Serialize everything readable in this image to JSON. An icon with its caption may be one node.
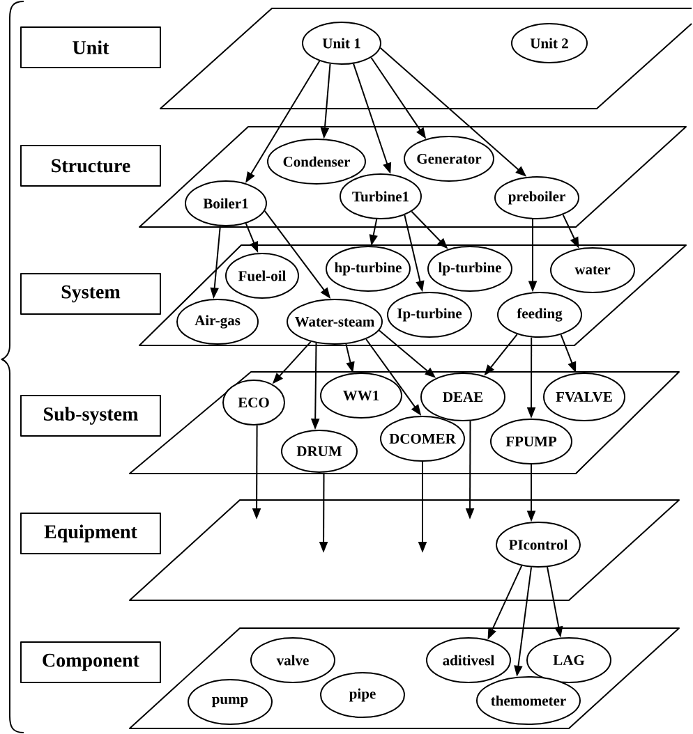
{
  "diagram": {
    "nodes": [
      {
        "text": [
          "Unit"
        ]
      },
      {
        "text": [],
        "shape": "parallelogram"
      },
      {
        "text": [
          "Unit 1"
        ],
        "in": 1
      },
      {
        "text": [
          "Unit 2"
        ],
        "in": 1
      },
      {
        "text": [
          "Structure"
        ]
      },
      {
        "text": [],
        "shape": "parallelogram"
      },
      {
        "text": [
          "Condenser"
        ],
        "in": 5
      },
      {
        "text": [
          "Generator"
        ],
        "in": 5
      },
      {
        "text": [
          "Boiler1"
        ],
        "in": 5
      },
      {
        "text": [
          "Turbine1"
        ],
        "in": 5
      },
      {
        "text": [
          "preboiler"
        ],
        "in": 5
      },
      {
        "text": [
          "System"
        ]
      },
      {
        "text": [],
        "shape": "parallelogram"
      },
      {
        "text": [
          "Fuel-oil"
        ],
        "in": 12
      },
      {
        "text": [
          "hp-turbine"
        ],
        "in": 12
      },
      {
        "text": [
          "lp-turbine"
        ],
        "in": 12
      },
      {
        "text": [
          "water"
        ],
        "in": 12
      },
      {
        "text": [
          "Air-gas"
        ],
        "in": 12
      },
      {
        "text": [
          "Water-steam"
        ],
        "in": 12
      },
      {
        "text": [
          "Ip-turbine"
        ],
        "in": 12
      },
      {
        "text": [
          "feeding"
        ],
        "in": 12
      },
      {
        "text": [
          "Sub-system"
        ]
      },
      {
        "text": [],
        "shape": "parallelogram"
      },
      {
        "text": [
          "ECO"
        ],
        "in": 22
      },
      {
        "text": [
          "WW1"
        ],
        "in": 22
      },
      {
        "text": [
          "DEAE"
        ],
        "in": 22
      },
      {
        "text": [
          "FVALVE"
        ],
        "in": 22
      },
      {
        "text": [
          "DRUM"
        ],
        "in": 22
      },
      {
        "text": [
          "DCOMER"
        ],
        "in": 22
      },
      {
        "text": [
          "FPUMP"
        ],
        "in": 22
      },
      {
        "text": [
          "Equipment"
        ]
      },
      {
        "text": [],
        "shape": "parallelogram"
      },
      {
        "text": [
          "PIcontrol"
        ],
        "in": 31
      },
      {
        "text": [
          "Component"
        ]
      },
      {
        "text": [],
        "shape": "parallelogram"
      },
      {
        "text": [
          "valve"
        ],
        "in": 34
      },
      {
        "text": [
          "aditivesl"
        ],
        "in": 34
      },
      {
        "text": [
          "LAG"
        ],
        "in": 34
      },
      {
        "text": [
          "pump"
        ],
        "in": 34
      },
      {
        "text": [
          "pipe"
        ],
        "in": 34
      },
      {
        "text": [
          "themometer"
        ],
        "in": 34
      }
    ],
    "edges": [
      {
        "from": 2,
        "to": 8,
        "arrow": "to"
      },
      {
        "from": 2,
        "to": 6,
        "arrow": "to"
      },
      {
        "from": 2,
        "to": 9,
        "arrow": "to"
      },
      {
        "from": 2,
        "to": 7,
        "arrow": "to"
      },
      {
        "from": 2,
        "to": 10,
        "arrow": "to"
      },
      {
        "from": 8,
        "to": 17,
        "arrow": "to"
      },
      {
        "from": 8,
        "to": 13,
        "arrow": "to"
      },
      {
        "from": 8,
        "to": 18,
        "arrow": "to"
      },
      {
        "from": 9,
        "to": 14,
        "arrow": "to"
      },
      {
        "from": 9,
        "to": 19,
        "arrow": "to"
      },
      {
        "from": 9,
        "to": 15,
        "arrow": "to"
      },
      {
        "from": 10,
        "to": 20,
        "arrow": "to"
      },
      {
        "from": 10,
        "to": 16,
        "arrow": "to"
      },
      {
        "from": 18,
        "to": 23,
        "arrow": "to"
      },
      {
        "from": 18,
        "to": 27,
        "arrow": "to"
      },
      {
        "from": 18,
        "to": 24,
        "arrow": "to"
      },
      {
        "from": 18,
        "to": 28,
        "arrow": "to"
      },
      {
        "from": 18,
        "to": 25,
        "arrow": "to"
      },
      {
        "from": 20,
        "to": 25,
        "arrow": "to"
      },
      {
        "from": 20,
        "to": 29,
        "arrow": "to"
      },
      {
        "from": 20,
        "to": 26,
        "arrow": "to"
      },
      {
        "from": 23,
        "to": 31,
        "arrow": "to"
      },
      {
        "from": 27,
        "to": 31,
        "arrow": "to"
      },
      {
        "from": 28,
        "to": 31,
        "arrow": "to"
      },
      {
        "from": 25,
        "to": 31,
        "arrow": "to"
      },
      {
        "from": 29,
        "to": 32,
        "arrow": "to"
      },
      {
        "from": 32,
        "to": 36,
        "arrow": "to"
      },
      {
        "from": 32,
        "to": 40,
        "arrow": "to"
      },
      {
        "from": 32,
        "to": 37,
        "arrow": "to"
      }
    ]
  }
}
